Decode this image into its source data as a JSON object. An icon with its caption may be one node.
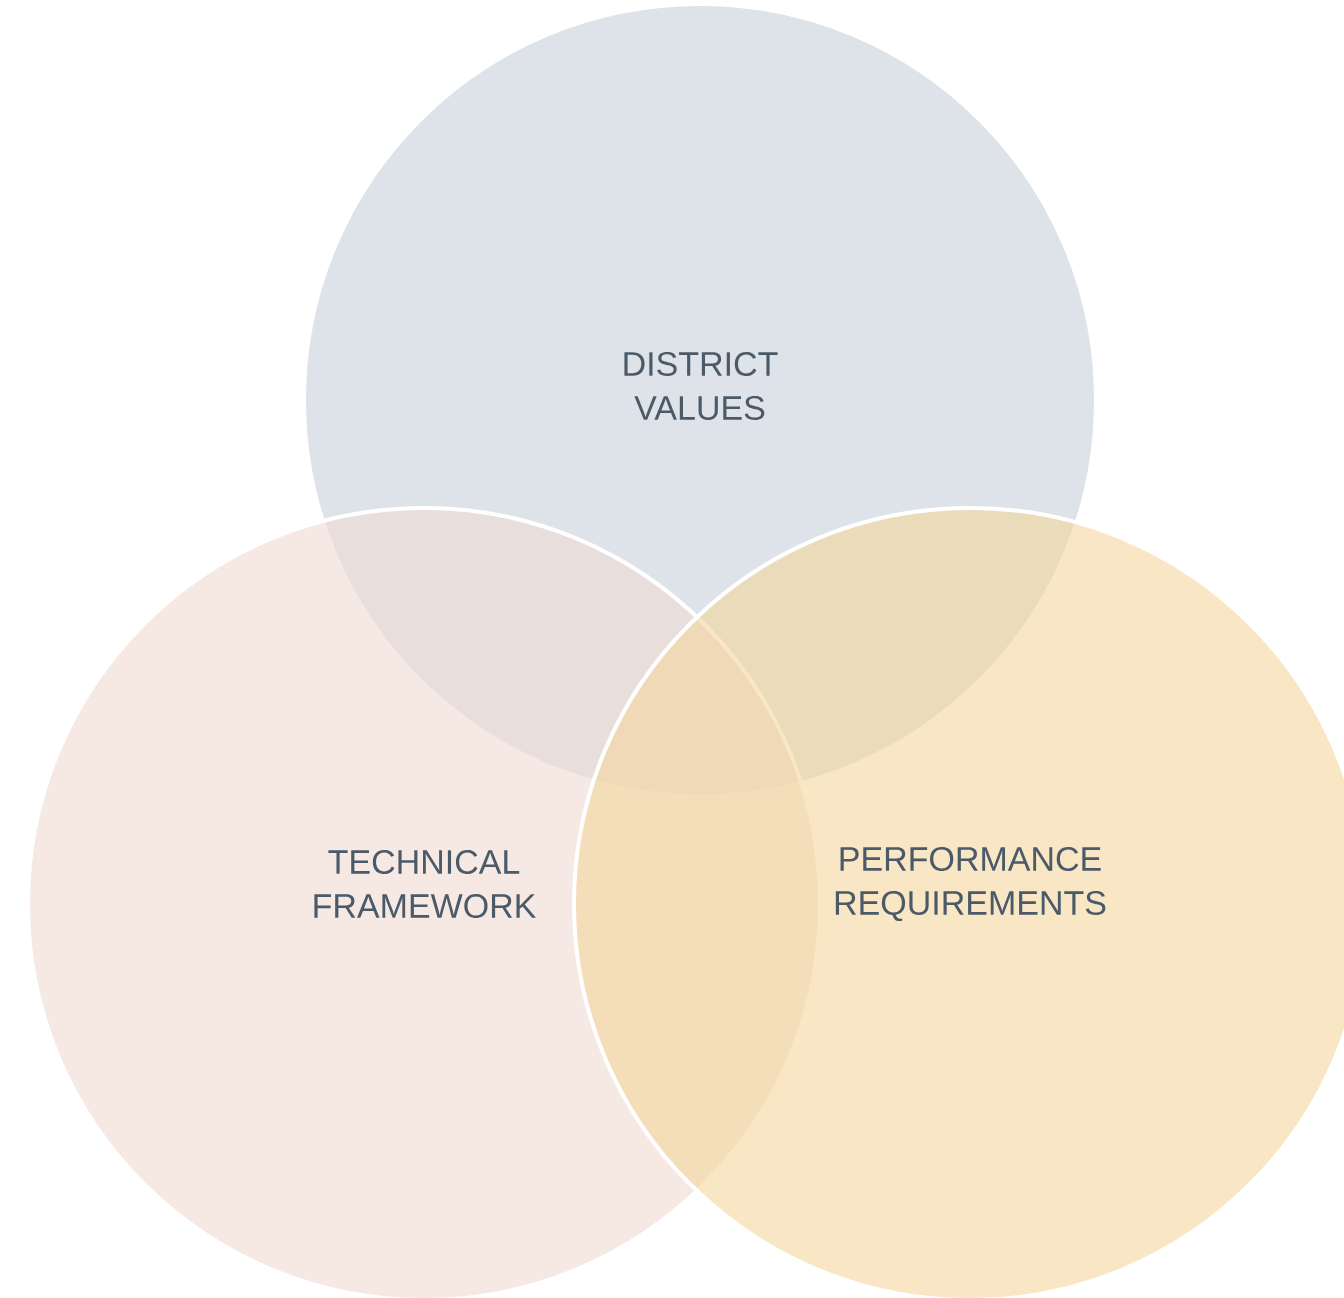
{
  "diagram": {
    "nodes": [
      {
        "text": [
          "DISTRICT VALUES"
        ]
      },
      {
        "text": [
          "TECHNICAL FRAMEWORK"
        ]
      },
      {
        "text": [
          "PERFORMANCE REQUIREMENTS"
        ]
      }
    ]
  }
}
